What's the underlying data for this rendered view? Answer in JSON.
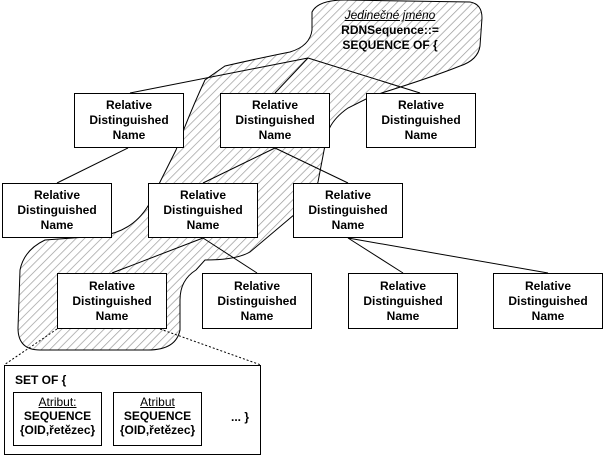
{
  "root": {
    "caption": "Jedinečné jméno",
    "line1": "RDNSequence::=",
    "line2": "SEQUENCE OF {"
  },
  "rdn": {
    "line1": "Relative",
    "line2": "Distinguished",
    "line3": "Name"
  },
  "set": {
    "label": "SET OF {",
    "attributes": [
      {
        "title": "Atribut:",
        "type": "SEQUENCE",
        "value": "{OID,řetězec}"
      },
      {
        "title": "Atribut",
        "type": "SEQUENCE",
        "value": "{OID,řetězec}"
      }
    ],
    "ellipsis": "... }"
  }
}
